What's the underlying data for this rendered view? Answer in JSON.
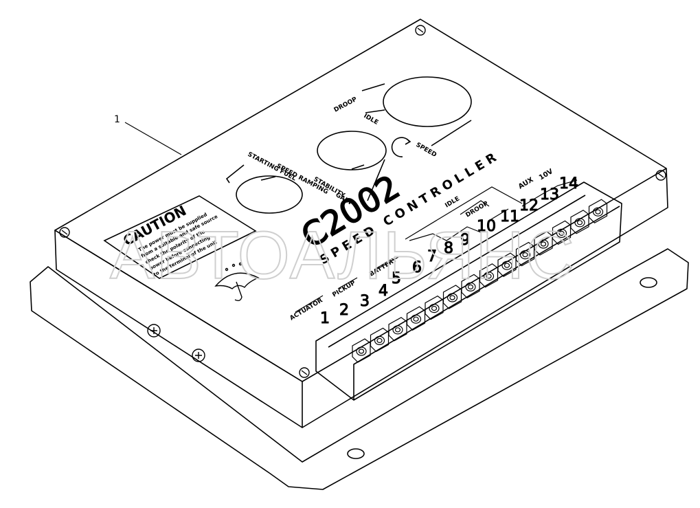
{
  "callout": {
    "number": "1"
  },
  "panel": {
    "droop_knob": "DROOP",
    "idle_knob": "IDLE",
    "speed_knob": "SPEED",
    "starting_fuel": "STARTING FUEL",
    "speed_ramping": "SPEED RAMPING",
    "stability": "STABILITY",
    "gain": "GAIN",
    "model": "C2002",
    "subtitle": "SPEED CONTROLLER",
    "idle_switch": "IDLE",
    "droop_switch": "DROOP",
    "aux": "AUX",
    "volt_10": "10V",
    "actuator": "ACTUATOR",
    "pickup": "PICKUP",
    "battery": "BATTERY"
  },
  "caution": {
    "title": "CAUTION",
    "lines": [
      "The power must be supplied",
      "from a suitable and safe source",
      "check the polarity of the",
      "power before connecting",
      "to the terminal of the unit"
    ]
  },
  "terminals": [
    "1",
    "2",
    "3",
    "4",
    "5",
    "6",
    "7",
    "8",
    "9",
    "10",
    "11",
    "12",
    "13",
    "14"
  ],
  "watermark": "АВТОАЛЬЯНС",
  "colors": {
    "line": "#000000",
    "background": "#ffffff",
    "watermark": "#cfcfcf"
  }
}
